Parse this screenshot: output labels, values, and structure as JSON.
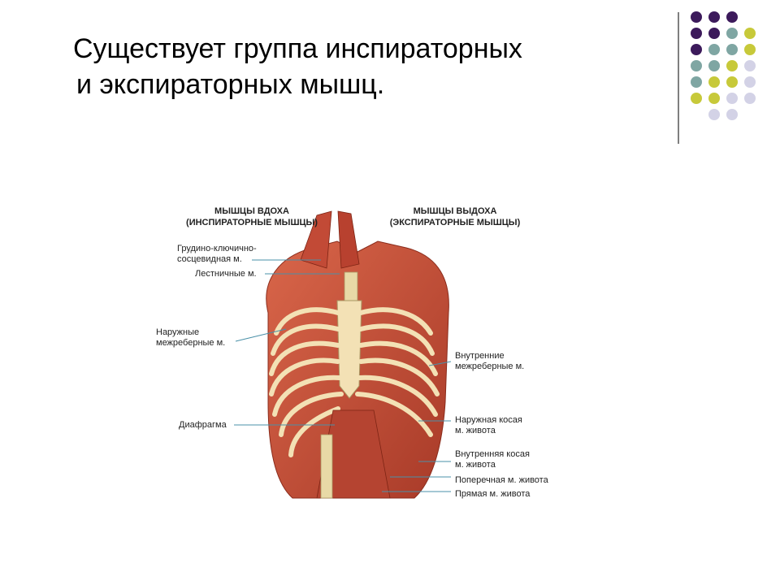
{
  "slide": {
    "title_lines": [
      "Существует группа инспираторных",
      "и экспираторных мышц."
    ]
  },
  "figure": {
    "headings": {
      "inspiratory": [
        "МЫШЦЫ ВДОХА",
        "(ИНСПИРАТОРНЫЕ МЫШЦЫ)"
      ],
      "expiratory": [
        "МЫШЦЫ ВЫДОХА",
        "(ЭКСПИРАТОРНЫЕ МЫШЦЫ)"
      ]
    },
    "left_labels": {
      "sternocleidomastoid": [
        "Грудино-ключично-",
        "сосцевидная м."
      ],
      "scalene": "Лестничные м.",
      "external_intercostal": [
        "Наружные",
        "межреберные м."
      ],
      "diaphragm": "Диафрагма"
    },
    "right_labels": {
      "internal_intercostal": [
        "Внутренние",
        "межреберные м."
      ],
      "external_oblique": [
        "Наружная косая",
        "м. живота"
      ],
      "internal_oblique": [
        "Внутренняя косая",
        "м. живота"
      ],
      "transverse": "Поперечная м. живота",
      "rectus": "Прямая м. живота"
    }
  },
  "theme": {
    "dot_purple": "#3c1a5b",
    "dot_teal": "#7fa6a3",
    "dot_olive": "#c7c93a",
    "dot_lavender": "#d3d2e6",
    "muscle_red": "#c8503a",
    "bone_cream": "#f3e1b5",
    "leader_line": "#4a90a8"
  }
}
